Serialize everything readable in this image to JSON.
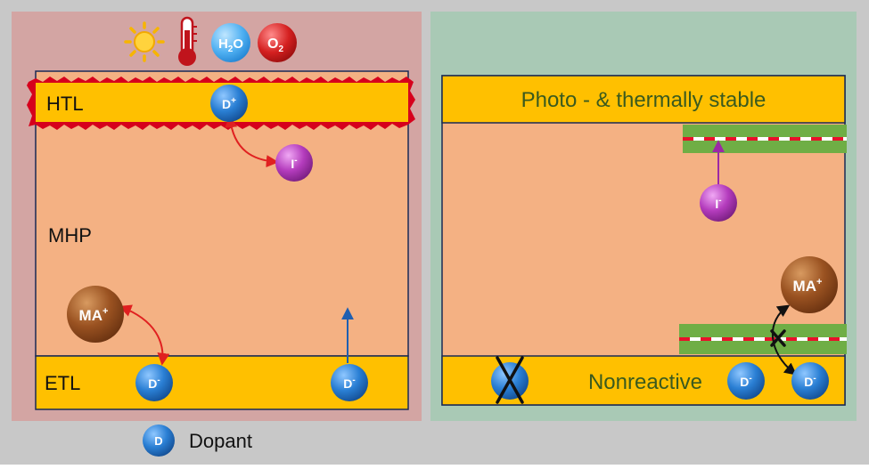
{
  "left_panel": {
    "htl_label": "HTL",
    "mhp_label": "MHP",
    "etl_label": "ETL",
    "htl_dopant": {
      "letter": "D",
      "charge": "+"
    },
    "iodide": {
      "letter": "I",
      "charge": "-"
    },
    "ma": {
      "letter": "MA",
      "charge": "+"
    },
    "etl_dopant_1": {
      "letter": "D",
      "charge": "-"
    },
    "etl_dopant_2": {
      "letter": "D",
      "charge": "-"
    },
    "stressors": {
      "water": {
        "base": "H",
        "sub": "2",
        "tail": "O"
      },
      "oxygen": {
        "base": "O",
        "sub": "2"
      }
    }
  },
  "right_panel": {
    "top_label": "Photo - & thermally stable",
    "bottom_label": "Nonreactive",
    "iodide": {
      "letter": "I",
      "charge": "-"
    },
    "ma": {
      "letter": "MA",
      "charge": "+"
    },
    "dopant_1": {
      "letter": "D",
      "charge": "-"
    },
    "dopant_2": {
      "letter": "D",
      "charge": "-"
    }
  },
  "legend": {
    "letter": "D",
    "label": "Dopant"
  },
  "colors": {
    "background": "#c8c8c8",
    "left_panel": "#d3a5a3",
    "right_panel": "#a9c9b5",
    "perovskite": "#f4b183",
    "transport_layer": "#ffc000",
    "htl_fringe": "#d6001c",
    "dopant_blue": "#1f6fc0",
    "iodide_purple": "#9c28a6",
    "ma_brown": "#8b4513",
    "arrow_red": "#e02020",
    "arrow_blue": "#1f5fb0",
    "barrier_green": "#6fae45"
  }
}
